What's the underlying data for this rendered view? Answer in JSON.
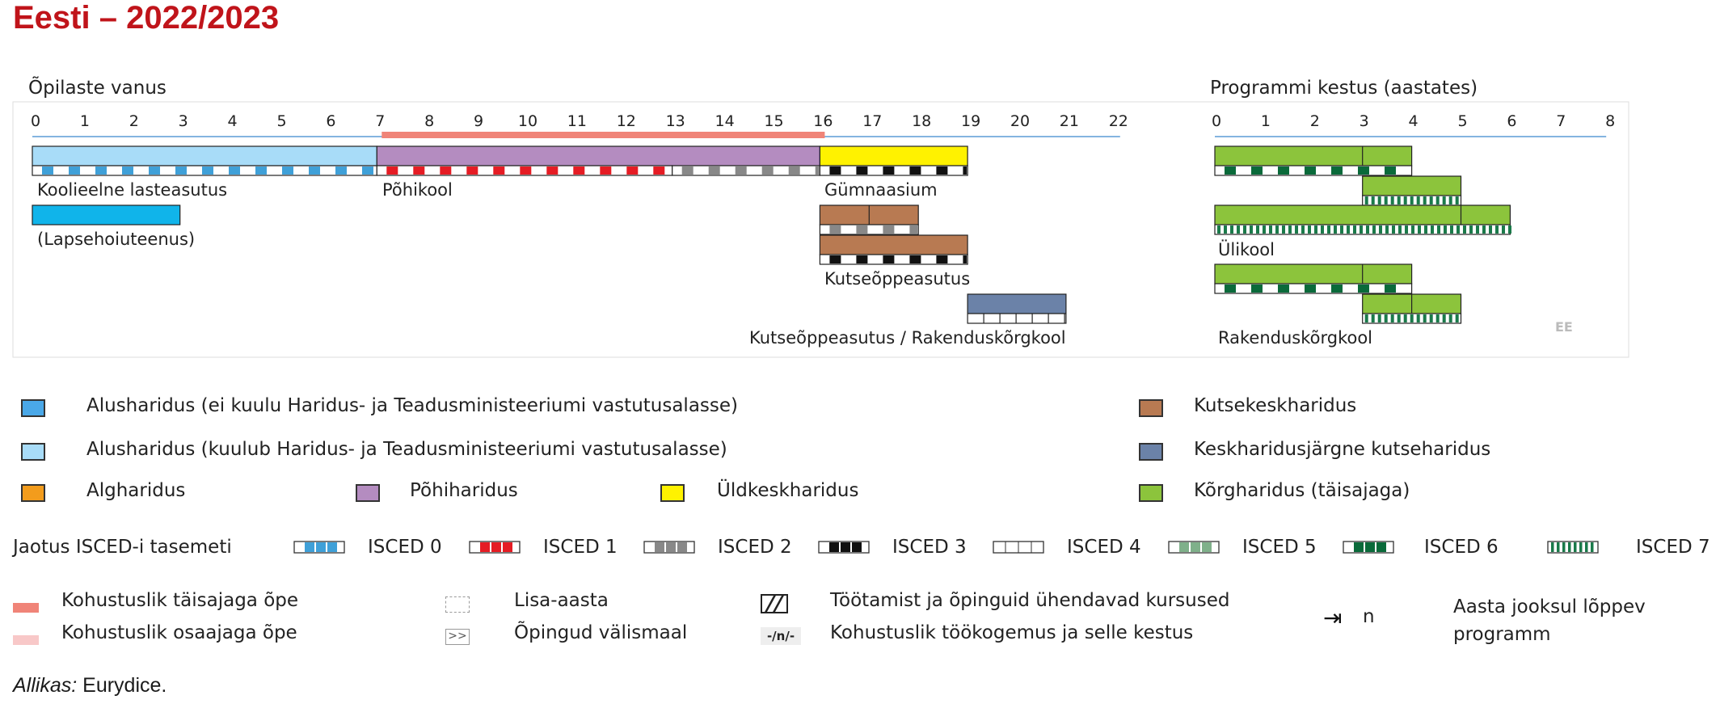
{
  "title": "Eesti – 2022/2023",
  "age_header": "Õpilaste vanus",
  "duration_header": "Programmi kestus (aastates)",
  "age_ticks": [
    "0",
    "1",
    "2",
    "3",
    "4",
    "5",
    "6",
    "7",
    "8",
    "9",
    "10",
    "11",
    "12",
    "13",
    "14",
    "15",
    "16",
    "17",
    "18",
    "19",
    "20",
    "21",
    "22"
  ],
  "duration_ticks": [
    "0",
    "1",
    "2",
    "3",
    "4",
    "5",
    "6",
    "7",
    "8"
  ],
  "compulsory_fulltime_range": [
    7,
    16
  ],
  "colors": {
    "pre_primary_other": "#4aa8e8",
    "pre_primary": "#a8dcf8",
    "lapsehoid": "#10b4ea",
    "primary": "#f39c1c",
    "basic": "#b48cc0",
    "general_secondary": "#fff200",
    "vocational": "#b87a52",
    "post_secondary": "#6b82a8",
    "higher": "#8cc43c",
    "compulsory_full": "#f08478",
    "compulsory_part": "#f8c8c8",
    "isced0": "#3fa0d8",
    "isced1": "#e51c24",
    "isced2": "#888888",
    "isced3": "#111111",
    "isced4": "#ffffff",
    "isced5": "#7fb08a",
    "isced6": "#0a6a3a",
    "isced7": "#1a7a4a"
  },
  "age_bars": [
    {
      "name": "koolieelne-lasteasutus-bar",
      "start": 0,
      "end": 7,
      "row": 0,
      "fill": "pre_primary",
      "isced": [
        [
          "isced0",
          0,
          7
        ]
      ]
    },
    {
      "name": "pohikool-bar",
      "start": 7,
      "end": 16,
      "row": 0,
      "fill": "basic",
      "isced": [
        [
          "isced1",
          7,
          13
        ],
        [
          "isced2",
          13,
          16
        ]
      ]
    },
    {
      "name": "gumnaasium-bar",
      "start": 16,
      "end": 19,
      "row": 0,
      "fill": "general_secondary",
      "isced": [
        [
          "isced3",
          16,
          19
        ]
      ]
    },
    {
      "name": "lapsehoiuteenus-bar",
      "start": 0,
      "end": 3,
      "row": 1,
      "fill": "lapsehoid",
      "isced": []
    },
    {
      "name": "kutseoppeasutus-bar-1",
      "start": 16,
      "end": 18,
      "row": 2,
      "fill": "vocational",
      "isced": [
        [
          "isced2",
          16,
          18
        ]
      ],
      "divs": [
        17
      ]
    },
    {
      "name": "kutseoppeasutus-bar-2",
      "start": 16,
      "end": 19,
      "row": 3,
      "fill": "vocational",
      "isced": [
        [
          "isced3",
          16,
          19
        ]
      ]
    },
    {
      "name": "kutse-rakendus-bar",
      "start": 19,
      "end": 21,
      "row": 4,
      "fill": "post_secondary",
      "isced": [
        [
          "isced4",
          19,
          21
        ]
      ]
    }
  ],
  "duration_bars": [
    {
      "name": "ulikool-bar-1",
      "start": 0,
      "end": 4,
      "row": 0,
      "fill": "higher",
      "isced": [
        [
          "isced6",
          0,
          4
        ]
      ],
      "divs": [
        3
      ]
    },
    {
      "name": "ulikool-bar-2",
      "start": 3,
      "end": 5,
      "row": 1,
      "fill": "higher",
      "isced": [
        [
          "isced7",
          3,
          5
        ]
      ]
    },
    {
      "name": "ulikool-bar-3",
      "start": 0,
      "end": 6,
      "row": 2,
      "fill": "higher",
      "isced": [
        [
          "isced7",
          0,
          6
        ]
      ],
      "divs": [
        5
      ]
    },
    {
      "name": "rakendus-bar-1",
      "start": 0,
      "end": 4,
      "row": 4,
      "fill": "higher",
      "isced": [
        [
          "isced6",
          0,
          4
        ]
      ],
      "divs": [
        3
      ]
    },
    {
      "name": "rakendus-bar-2",
      "start": 3,
      "end": 5,
      "row": 5,
      "fill": "higher",
      "isced": [
        [
          "isced7",
          3,
          5
        ]
      ],
      "divs": [
        4
      ]
    }
  ],
  "labels": {
    "koolieelne": "Koolieelne lasteasutus",
    "pohikool": "Põhikool",
    "gumnaasium": "Gümnaasium",
    "lapsehoid": "(Lapsehoiuteenus)",
    "kutseoppeasutus": "Kutseõppeasutus",
    "kutse_rakendus": "Kutseõppeasutus / Rakenduskõrgkool",
    "ulikool": "Ülikool",
    "rakenduskorgkool": "Rakenduskõrgkool",
    "country_code": "EE"
  },
  "legend": {
    "pre_primary_other": "Alusharidus (ei kuulu Haridus- ja Teadusministeeriumi vastutusalasse)",
    "pre_primary": "Alusharidus (kuulub Haridus- ja Teadusministeeriumi vastutusalasse)",
    "primary": "Algharidus",
    "basic": "Põhiharidus",
    "general_secondary": "Üldkeskharidus",
    "vocational": "Kutsekeskharidus",
    "post_secondary": "Keskharidusjärgne kutseharidus",
    "higher": "Kõrgharidus (täisajaga)"
  },
  "isced_legend": {
    "title": "Jaotus ISCED-i tasemeti",
    "items": [
      "ISCED 0",
      "ISCED 1",
      "ISCED 2",
      "ISCED 3",
      "ISCED 4",
      "ISCED 5",
      "ISCED 6",
      "ISCED 7"
    ]
  },
  "other_legend": {
    "compulsory_full": "Kohustuslik täisajaga õpe",
    "compulsory_part": "Kohustuslik osaajaga õpe",
    "extra_year": "Lisa-aasta",
    "abroad": "Õpingud välismaal",
    "abroad_symbol": ">>",
    "work_study": "Töötamist ja õpinguid ühendavad kursused",
    "work_experience": "Kohustuslik töökogemus ja selle kestus",
    "work_experience_symbol": "-/n/-",
    "ending_year": "Aasta jooksul lõppev programm",
    "ending_symbol": "n"
  },
  "source": {
    "prefix": "Allikas:",
    "text": "Eurydice."
  }
}
